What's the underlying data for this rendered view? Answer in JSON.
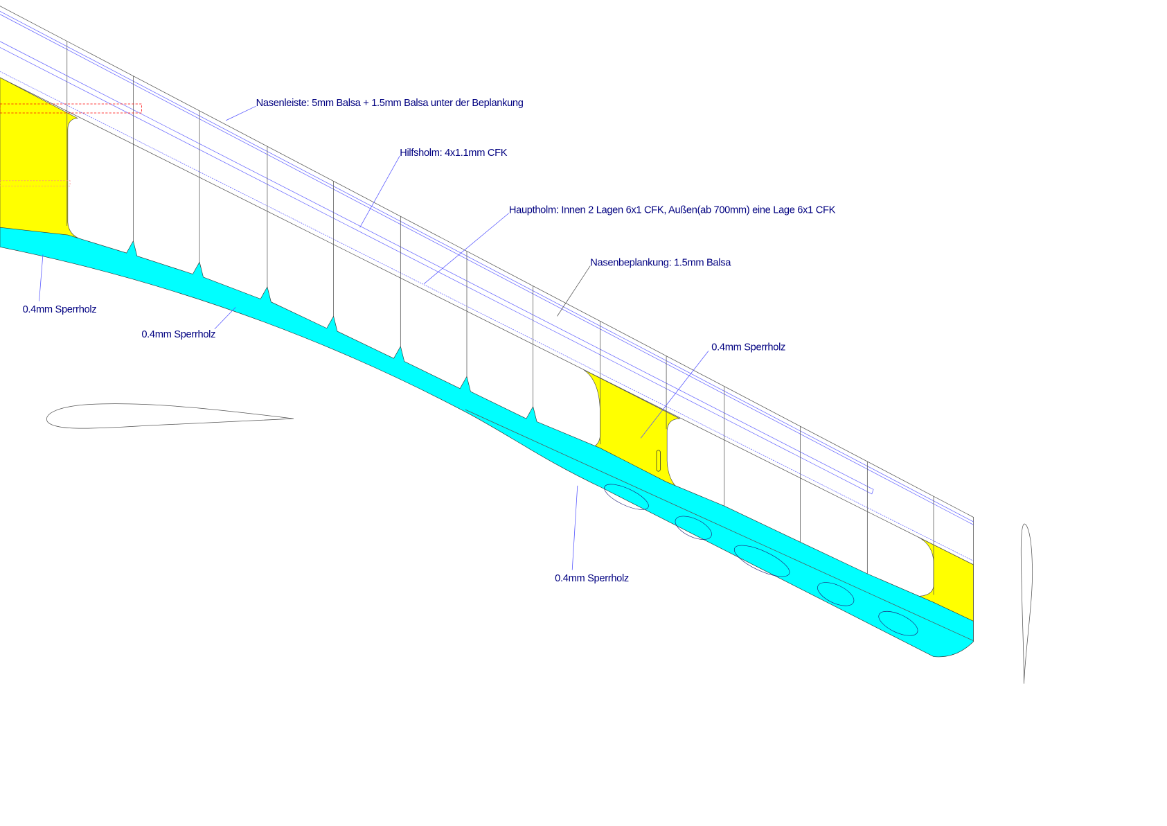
{
  "colors": {
    "plywood": "#00ffff",
    "balsa_fill": "#ffff00",
    "label": "#000080",
    "spar": "#6a6aff",
    "marker": "#ff0000"
  },
  "labels": {
    "nasenleiste": "Nasenleiste: 5mm Balsa + 1.5mm  Balsa unter der Beplankung",
    "hilfsholm": "Hilfsholm: 4x1.1mm CFK",
    "hauptholm": "Hauptholm: Innen 2 Lagen 6x1 CFK, Außen(ab 700mm) eine Lage 6x1 CFK",
    "nasenbeplankung": "Nasenbeplankung: 1.5mm Balsa",
    "sperrholz_mid": "0.4mm Sperrholz",
    "sperrholz_root": "0.4mm Sperrholz",
    "sperrholz_te": "0.4mm Sperrholz",
    "sperrholz_bottom": "0.4mm Sperrholz"
  }
}
